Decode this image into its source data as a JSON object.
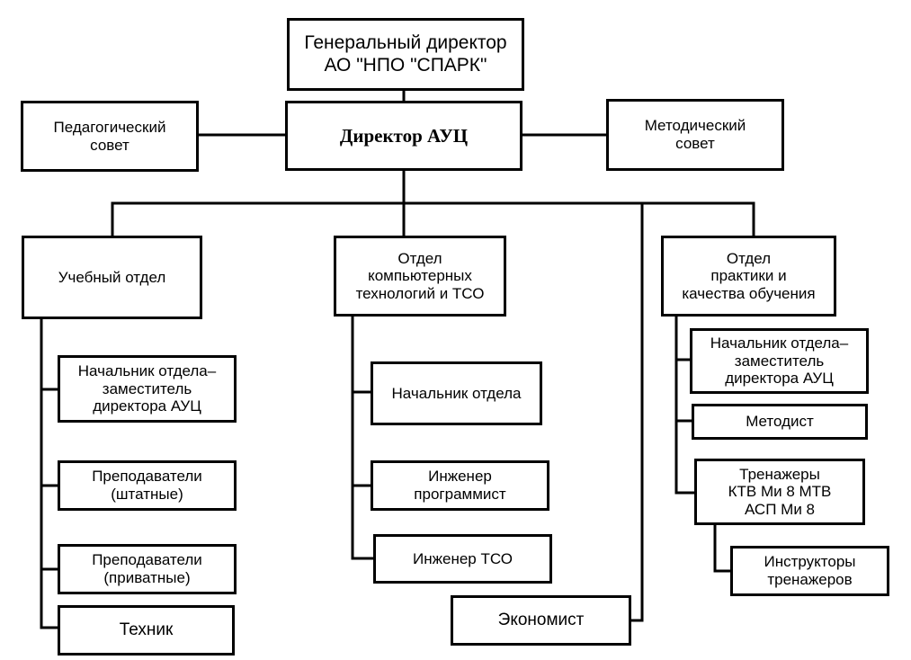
{
  "nodes": {
    "general_director": "Генеральный директор\nАО \"НПО \"СПАРК\"",
    "director": "Директор АУЦ",
    "ped_council": "Педагогический\nсовет",
    "method_council": "Методический\nсовет",
    "study_dept": "Учебный отдел",
    "comp_dept": "Отдел\nкомпьютерных\nтехнологий и ТСО",
    "practice_dept": "Отдел\nпрактики и\nкачества обучения",
    "study_head": "Начальник отдела–\nзаместитель\nдиректора АУЦ",
    "teachers_staff": "Преподаватели\n(штатные)",
    "teachers_private": "Преподаватели\n(приватные)",
    "technician": "Техник",
    "comp_head": "Начальник отдела",
    "eng_programmer": "Инженер\nпрограммист",
    "eng_tso": "Инженер ТСО",
    "economist": "Экономист",
    "practice_head": "Начальник отдела–\nзаместитель\nдиректора АУЦ",
    "methodist": "Методист",
    "simulators": "Тренажеры\nКТВ Ми 8 МТВ\nАСП Ми 8",
    "sim_instructors": "Инструкторы\nтренажеров"
  }
}
